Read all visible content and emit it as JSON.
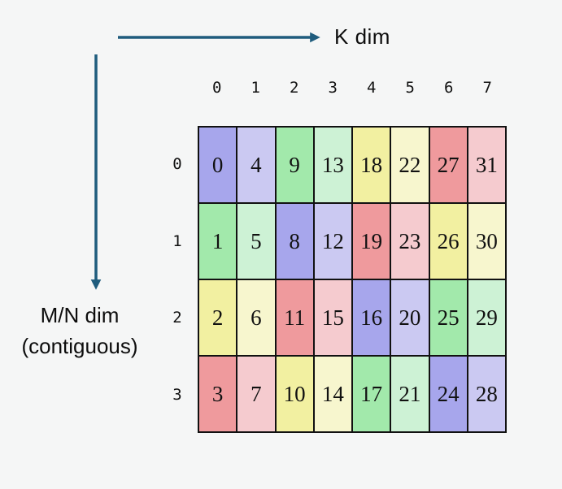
{
  "axes": {
    "k": {
      "label": "K dim"
    },
    "mn": {
      "line1": "M/N dim",
      "line2": "(contiguous)"
    }
  },
  "matrix": {
    "col_headers": [
      "0",
      "1",
      "2",
      "3",
      "4",
      "5",
      "6",
      "7"
    ],
    "row_headers": [
      "0",
      "1",
      "2",
      "3"
    ],
    "rows": [
      [
        {
          "value": "0",
          "color": "purple"
        },
        {
          "value": "4",
          "color": "purpleLight"
        },
        {
          "value": "9",
          "color": "green"
        },
        {
          "value": "13",
          "color": "greenLight"
        },
        {
          "value": "18",
          "color": "yellow"
        },
        {
          "value": "22",
          "color": "yellowLight"
        },
        {
          "value": "27",
          "color": "red"
        },
        {
          "value": "31",
          "color": "redLight"
        }
      ],
      [
        {
          "value": "1",
          "color": "green"
        },
        {
          "value": "5",
          "color": "greenLight"
        },
        {
          "value": "8",
          "color": "purple"
        },
        {
          "value": "12",
          "color": "purpleLight"
        },
        {
          "value": "19",
          "color": "red"
        },
        {
          "value": "23",
          "color": "redLight"
        },
        {
          "value": "26",
          "color": "yellow"
        },
        {
          "value": "30",
          "color": "yellowLight"
        }
      ],
      [
        {
          "value": "2",
          "color": "yellow"
        },
        {
          "value": "6",
          "color": "yellowLight"
        },
        {
          "value": "11",
          "color": "red"
        },
        {
          "value": "15",
          "color": "redLight"
        },
        {
          "value": "16",
          "color": "purple"
        },
        {
          "value": "20",
          "color": "purpleLight"
        },
        {
          "value": "25",
          "color": "green"
        },
        {
          "value": "29",
          "color": "greenLight"
        }
      ],
      [
        {
          "value": "3",
          "color": "red"
        },
        {
          "value": "7",
          "color": "redLight"
        },
        {
          "value": "10",
          "color": "yellow"
        },
        {
          "value": "14",
          "color": "yellowLight"
        },
        {
          "value": "17",
          "color": "green"
        },
        {
          "value": "21",
          "color": "greenLight"
        },
        {
          "value": "24",
          "color": "purple"
        },
        {
          "value": "28",
          "color": "purpleLight"
        }
      ]
    ]
  },
  "palette": {
    "purple": "#a7a6ec",
    "purpleLight": "#cbc9f2",
    "green": "#a2e9ab",
    "greenLight": "#cdf2d5",
    "yellow": "#f2f0a1",
    "yellowLight": "#f7f6ce",
    "red": "#ef9a9d",
    "redLight": "#f5cbcf"
  },
  "colors": {
    "background": "#f5f6f6",
    "grid_border": "#111111",
    "arrow": "#1f5c7d"
  }
}
